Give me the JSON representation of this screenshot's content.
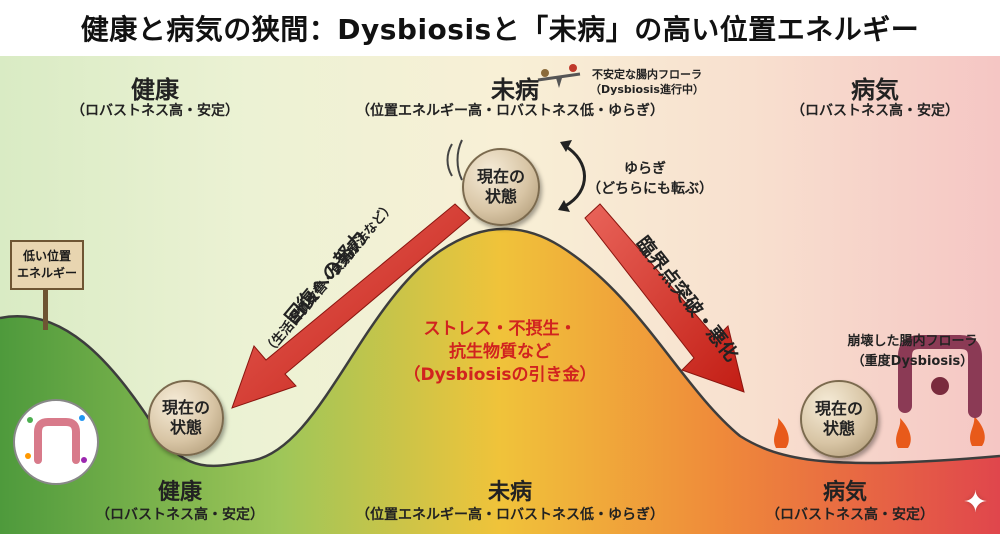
{
  "title": "健康と病気の狭間：Dysbiosisと「未病」の高い位置エネルギー",
  "top_left": {
    "label": "健康",
    "sub": "（ロバストネス高・安定）"
  },
  "top_center": {
    "label": "未病",
    "sub": "（位置エネルギー高・ロバストネス低・ゆらぎ）"
  },
  "top_right": {
    "label": "病気",
    "sub": "（ロバストネス高・安定）"
  },
  "unstable_flora": {
    "line1": "不安定な腸内フローラ",
    "line2": "（Dysbiosis進行中）"
  },
  "sign": {
    "line1": "低い位置",
    "line2": "エネルギー"
  },
  "state_ball": {
    "line1": "現在の",
    "line2": "状態"
  },
  "fluctuation": {
    "line1": "ゆらぎ",
    "line2": "（どちらにも転ぶ）"
  },
  "recovery": {
    "line1": "回復への努力",
    "line2": "（生活習慣改善・食事療法など）"
  },
  "deterioration": {
    "label": "臨界点突破・悪化"
  },
  "trigger": {
    "line1": "ストレス・不摂生・",
    "line2": "抗生物質など",
    "line3": "（Dysbiosisの引き金）"
  },
  "collapsed_flora": {
    "line1": "崩壊した腸内フローラ",
    "line2": "（重度Dysbiosis）"
  },
  "bottom_left": {
    "label": "健康",
    "sub": "（ロバストネス高・安定）"
  },
  "bottom_center": {
    "label": "未病",
    "sub": "（位置エネルギー高・ロバストネス低・ゆらぎ）"
  },
  "bottom_right": {
    "label": "病気",
    "sub": "（ロバストネス高・安定）"
  },
  "colors": {
    "healthy": "#7fc06a",
    "mibyo": "#f3c640",
    "disease": "#e8545a",
    "arrow": "#d42a1e"
  },
  "icons": [
    "seesaw-icon",
    "flame-icon",
    "gut-bacteria-icon",
    "inflamed-colon-icon",
    "sparkle-icon",
    "curved-arrow-icon"
  ]
}
